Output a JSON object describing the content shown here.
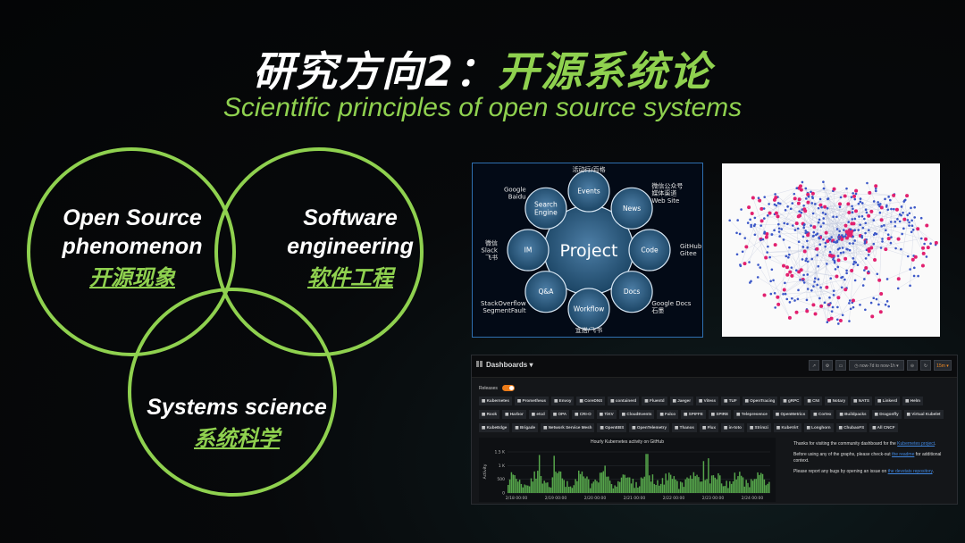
{
  "slide": {
    "title_prefix": "研究方向2：",
    "title_green": "开源系统论",
    "subtitle": "Scientific principles of open source systems"
  },
  "venn": {
    "colors": {
      "ring": "#8fd14f",
      "accent": "#8fd14f"
    },
    "circles": [
      {
        "en_line1": "Open Source",
        "en_line2": "phenomenon",
        "cn": "开源现象"
      },
      {
        "en_line1": "Software",
        "en_line2": "engineering",
        "cn": "软件工程"
      },
      {
        "en_line1": "Systems science",
        "en_line2": "",
        "cn": "系统科学"
      }
    ]
  },
  "project_diagram": {
    "center": "Project",
    "ring_nodes": [
      "Events",
      "News",
      "Code",
      "Docs",
      "Workflow",
      "Q&A",
      "IM",
      "Search\nEngine"
    ],
    "outer_labels": [
      "活动行/百格",
      "微信公众号\n媒体渠道\nWeb Site",
      "GitHub\nGitee",
      "Google Docs\n石墨",
      "宜搭/飞书",
      "StackOverflow\nSegmentFault",
      "微信\nSlack\n飞书",
      "Google\nBaidu"
    ]
  },
  "dashboard": {
    "title": "Dashboards",
    "time_range": "now-7d to now-1h",
    "refresh": "15m",
    "releases_label": "Releases",
    "tag_rows": [
      [
        "Kubernetes",
        "Prometheus",
        "Envoy",
        "CoreDNS",
        "containerd",
        "Fluentd",
        "Jaeger",
        "Vitess",
        "TUF",
        "OpenTracing",
        "gRPC",
        "CNI",
        "Notary",
        "NATS",
        "Linkerd",
        "Helm"
      ],
      [
        "Rook",
        "Harbor",
        "etcd",
        "OPA",
        "CRI-O",
        "TiKV",
        "CloudEvents",
        "Falco",
        "SPIFFE",
        "SPIRE",
        "Telepresence",
        "OpenMetrics",
        "Cortex",
        "Buildpacks",
        "Dragonfly",
        "Virtual Kubelet"
      ],
      [
        "KubeEdge",
        "Brigade",
        "Network Service Mesh",
        "OpenEBS",
        "OpenTelemetry",
        "Thanos",
        "Flux",
        "in-toto",
        "Strimzi",
        "KubeVirt",
        "Longhorn",
        "ChubaoFS",
        "All CNCF"
      ]
    ],
    "chart": {
      "title": "Hourly Kubernetes activity on GitHub",
      "y_axis_label": "Activity",
      "y_ticks": [
        "0",
        "500",
        "1 K",
        "1.5 K"
      ],
      "x_ticks": [
        "2/18 00:00",
        "2/19 00:00",
        "2/20 00:00",
        "2/21 00:00",
        "2/22 00:00",
        "2/23 00:00",
        "2/24 00:00"
      ]
    },
    "notes": {
      "p1_a": "Thanks for visiting the community dashboard for the ",
      "p1_link": "Kubernetes project",
      "p1_b": ".",
      "p2_a": "Before using any of the graphs, please check-out ",
      "p2_link": "the readme",
      "p2_b": " for additional context.",
      "p3_a": "Please report any bugs by opening an issue on ",
      "p3_link": "the devstats repository",
      "p3_b": "."
    }
  }
}
